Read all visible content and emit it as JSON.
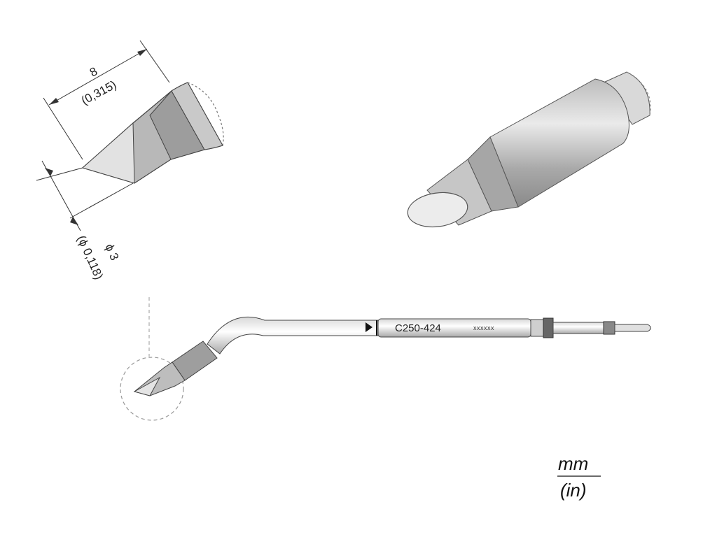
{
  "dimensions": {
    "length_mm": "8",
    "length_in": "(0,315)",
    "diameter_mm": "ϕ 3",
    "diameter_in": "(ϕ 0,118)"
  },
  "part": {
    "code": "C250-424",
    "marking": "xxxxxx"
  },
  "units": {
    "primary": "mm",
    "secondary": "(in)"
  },
  "colors": {
    "body_light": "#e6e6e6",
    "body_mid": "#bdbdbd",
    "body_dark": "#8f8f8f",
    "line": "#333333",
    "dash": "#999999"
  }
}
